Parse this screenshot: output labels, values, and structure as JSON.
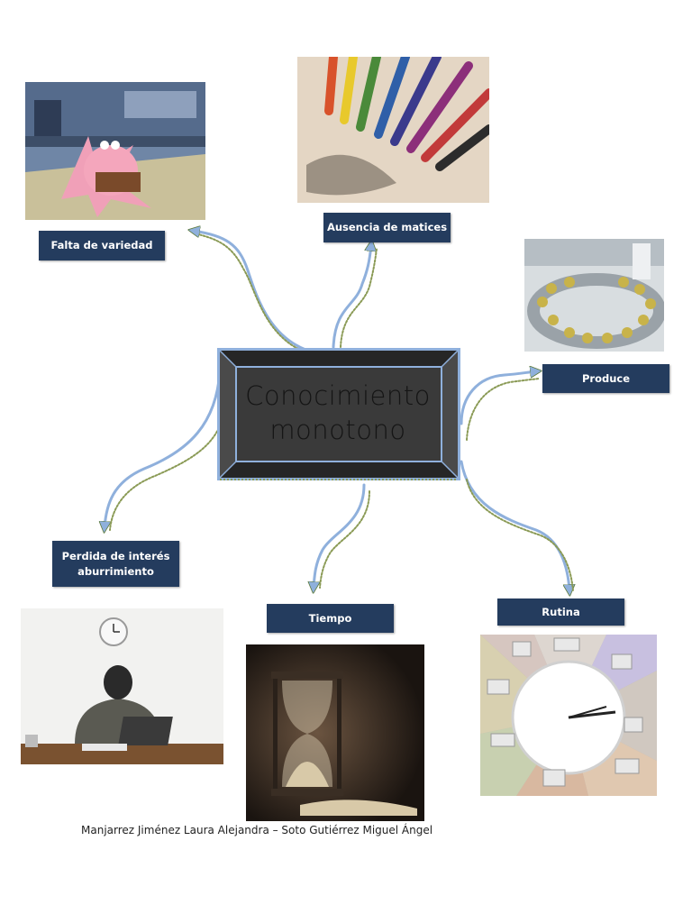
{
  "central_node": {
    "line1": "Conocimiento",
    "line2": "monotono"
  },
  "branches": [
    {
      "label": "Falta de variedad",
      "image": "cartoon-starfish"
    },
    {
      "label": "Ausencia de matices",
      "image": "colored-pencils"
    },
    {
      "label": "Produce",
      "image": "cannery-production-line"
    },
    {
      "label": "Perdida de interés aburrimiento",
      "image": "bored-office-worker"
    },
    {
      "label": "Tiempo",
      "image": "hourglass"
    },
    {
      "label": "Rutina",
      "image": "daily-routine-clock"
    }
  ],
  "footer": {
    "credit": "Manjarrez Jiménez Laura Alejandra – Soto Gutiérrez Miguel Ángel"
  },
  "colors": {
    "label_bg": "#243c5e",
    "box_fill": "#3a3a3a",
    "box_border": "#8fb0dc",
    "arrow": "#8fb0dc"
  }
}
